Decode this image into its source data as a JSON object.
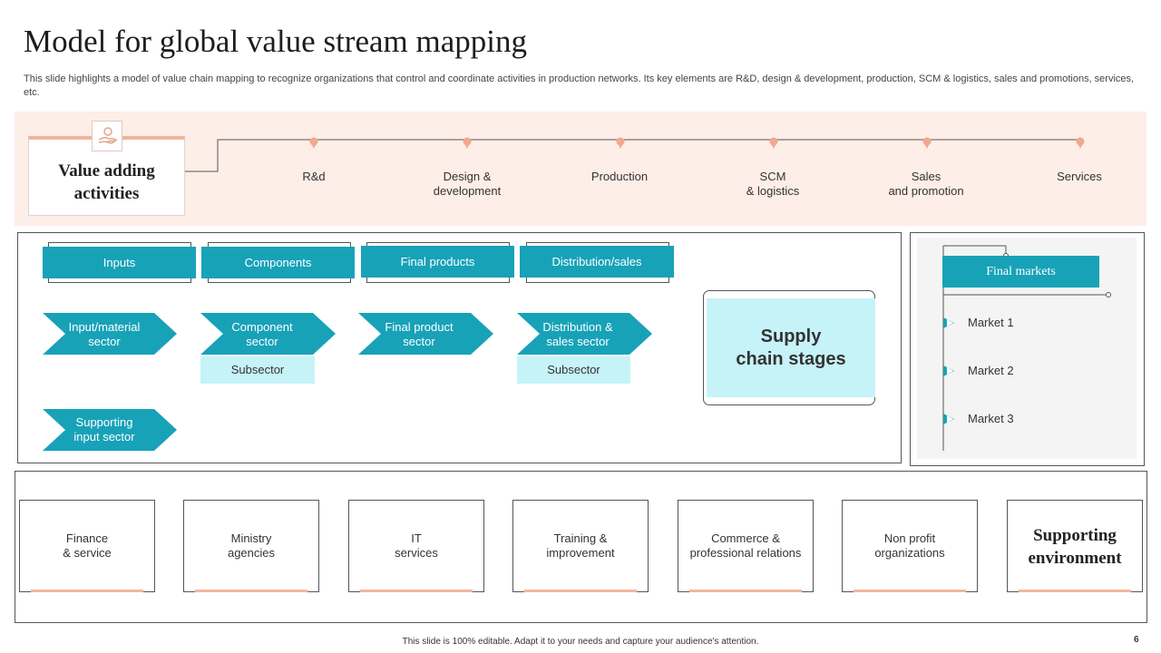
{
  "title": "Model for global value stream mapping",
  "subtitle": "This slide highlights a model of value chain mapping to recognize organizations that control and coordinate activities in production networks. Its key elements are R&D, design & development, production, SCM & logistics, sales and promotions, services, etc.",
  "value_adding": {
    "heading_line1": "Value adding",
    "heading_line2": "activities",
    "icon": "hand-money-icon",
    "stages": [
      {
        "line1": "R&d",
        "line2": ""
      },
      {
        "line1": "Design &",
        "line2": "development"
      },
      {
        "line1": "Production",
        "line2": ""
      },
      {
        "line1": "SCM",
        "line2": "& logistics"
      },
      {
        "line1": "Sales",
        "line2": "and promotion"
      },
      {
        "line1": "Services",
        "line2": ""
      }
    ]
  },
  "supply_chain": {
    "tabs": [
      "Inputs",
      "Components",
      "Final products",
      "Distribution/sales"
    ],
    "sectors": [
      {
        "line1": "Input/material",
        "line2": "sector"
      },
      {
        "line1": "Component",
        "line2": "sector"
      },
      {
        "line1": "Final product",
        "line2": "sector"
      },
      {
        "line1": "Distribution &",
        "line2": "sales sector"
      }
    ],
    "subsectors": [
      "Subsector",
      "Subsector"
    ],
    "supporting_input": {
      "line1": "Supporting",
      "line2": "input sector"
    },
    "stages_label_line1": "Supply",
    "stages_label_line2": "chain stages"
  },
  "final_markets": {
    "heading": "Final markets",
    "markets": [
      "Market 1",
      "Market 2",
      "Market 3"
    ]
  },
  "supporting_environment": {
    "cards": [
      {
        "line1": "Finance",
        "line2": "& service"
      },
      {
        "line1": "Ministry",
        "line2": "agencies"
      },
      {
        "line1": "IT",
        "line2": "services"
      },
      {
        "line1": "Training &",
        "line2": "improvement"
      },
      {
        "line1": "Commerce &",
        "line2": "professional relations"
      },
      {
        "line1": "Non profit",
        "line2": "organizations"
      }
    ],
    "label_line1": "Supporting",
    "label_line2": "environment"
  },
  "footer": "This slide is 100% editable. Adapt it to your needs and capture your audience's attention.",
  "page_number": "6",
  "colors": {
    "teal": "#17a2b8",
    "light_teal": "#c6f3f8",
    "peach": "#fdeee7",
    "accent": "#f0a890"
  }
}
